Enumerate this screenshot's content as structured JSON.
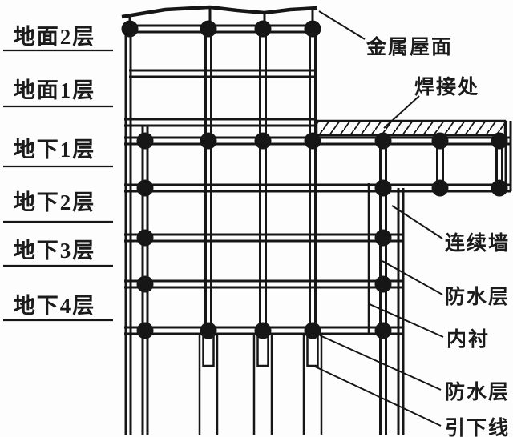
{
  "diagram": {
    "floor_labels": [
      "地面2层",
      "地面1层",
      "地下1层",
      "地下2层",
      "地下3层",
      "地下4层"
    ],
    "annotation_labels": {
      "metal_roof": "金属屋面",
      "weld_point": "焊接处",
      "diaphragm_wall": "连续墙",
      "waterproof_layer_upper": "防水层",
      "inner_lining": "内衬",
      "waterproof_layer_lower": "防水层",
      "down_conductor": "引下线"
    },
    "colors": {
      "ink": "#161616",
      "background": "#fdfdfd"
    }
  }
}
